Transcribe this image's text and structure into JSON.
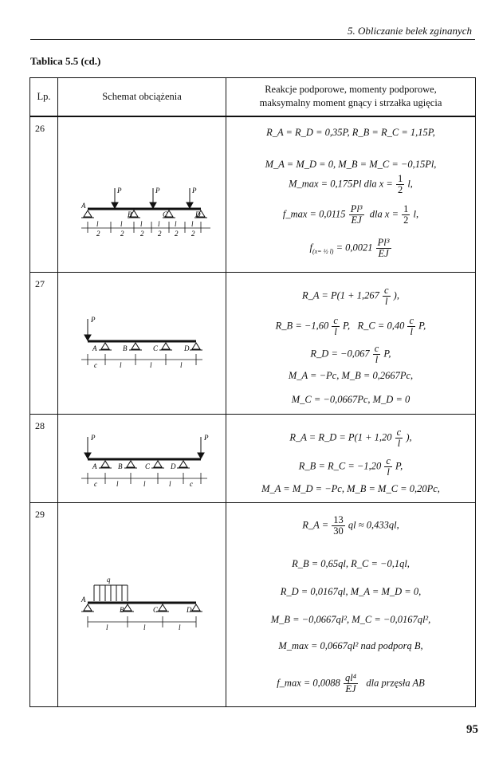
{
  "header": {
    "running_head": "5. Obliczanie belek zginanych",
    "table_caption": "Tablica 5.5 (cd.)"
  },
  "table": {
    "col_lp": "Lp.",
    "col_scheme": "Schemat obciążenia",
    "col_results_line1": "Reakcje podporowe, momenty podporowe,",
    "col_results_line2": "maksymalny moment gnący i strzałka ugięcia",
    "rows": [
      {
        "lp": "26",
        "diagram": {
          "loads": [
            "P",
            "P",
            "P"
          ],
          "supports": [
            "A",
            "B",
            "C",
            "D"
          ],
          "dims": [
            "l/2",
            "l/2",
            "l/2",
            "l/2",
            "l/2",
            "l/2"
          ]
        },
        "eq": {
          "r1": "R_A = R_D = 0,35P,   R_B = R_C = 1,15P,",
          "r2": "M_A = M_D = 0,   M_B = M_C = −0,15Pl,",
          "r3_left": "M_max = 0,175Pl   dla  x =",
          "r3_num": "1",
          "r3_den": "2",
          "r3_right": "l,",
          "r4_left": "f_max = 0,0115",
          "r4_num": "Pl³",
          "r4_den": "EJ",
          "r4_mid": "dla  x =",
          "r4_num2": "1",
          "r4_den2": "2",
          "r4_right": "l,",
          "r5_left": "f",
          "r5_sub": "(x= ½ l)",
          "r5_mid": "= 0,0021",
          "r5_num": "Pl³",
          "r5_den": "EJ"
        }
      },
      {
        "lp": "27",
        "diagram": {
          "loads": [
            "P"
          ],
          "supports": [
            "A",
            "B",
            "C",
            "D"
          ],
          "dims": [
            "c",
            "l",
            "l",
            "l"
          ]
        },
        "eq": {
          "r1_left": "R_A = P(1 + 1,267",
          "r1_num": "c",
          "r1_den": "l",
          "r1_right": "),",
          "r2a_left": "R_B = −1,60",
          "r2a_num": "c",
          "r2a_den": "l",
          "r2a_right": "P,",
          "r2b_left": "R_C = 0,40",
          "r2b_num": "c",
          "r2b_den": "l",
          "r2b_right": "P,",
          "r3_left": "R_D = −0,067",
          "r3_num": "c",
          "r3_den": "l",
          "r3_right": "P,",
          "r4": "M_A = −Pc,  M_B = 0,2667Pc,",
          "r5": "M_C = −0,0667Pc,  M_D = 0"
        }
      },
      {
        "lp": "28",
        "diagram": {
          "loads": [
            "P",
            "P"
          ],
          "supports": [
            "A",
            "B",
            "C",
            "D"
          ],
          "dims": [
            "c",
            "l",
            "l",
            "l",
            "c"
          ]
        },
        "eq": {
          "r1_left": "R_A = R_D = P(1 + 1,20",
          "r1_num": "c",
          "r1_den": "l",
          "r1_right": "),",
          "r2_left": "R_B = R_C = −1,20",
          "r2_num": "c",
          "r2_den": "l",
          "r2_right": "P,",
          "r3": "M_A = M_D = −Pc,  M_B = M_C = 0,20Pc,"
        }
      },
      {
        "lp": "29",
        "diagram": {
          "loads": [
            "q"
          ],
          "supports": [
            "A",
            "B",
            "C",
            "D"
          ],
          "dims": [
            "l",
            "l",
            "l"
          ]
        },
        "eq": {
          "r1_left": "R_A =",
          "r1_num": "13",
          "r1_den": "30",
          "r1_right": "ql ≈ 0,433ql,",
          "r2": "R_B = 0,65ql,  R_C = −0,1ql,",
          "r3": "R_D = 0,0167ql,  M_A = M_D = 0,",
          "r4": "M_B = −0,0667ql²,  M_C = −0,0167ql²,",
          "r5": "M_max = 0,0667ql²  nad podporą B,",
          "r6_left": "f_max = 0,0088",
          "r6_num": "ql⁴",
          "r6_den": "EJ",
          "r6_right": "dla przęsła AB"
        }
      }
    ]
  },
  "footer": {
    "page_number": "95"
  }
}
